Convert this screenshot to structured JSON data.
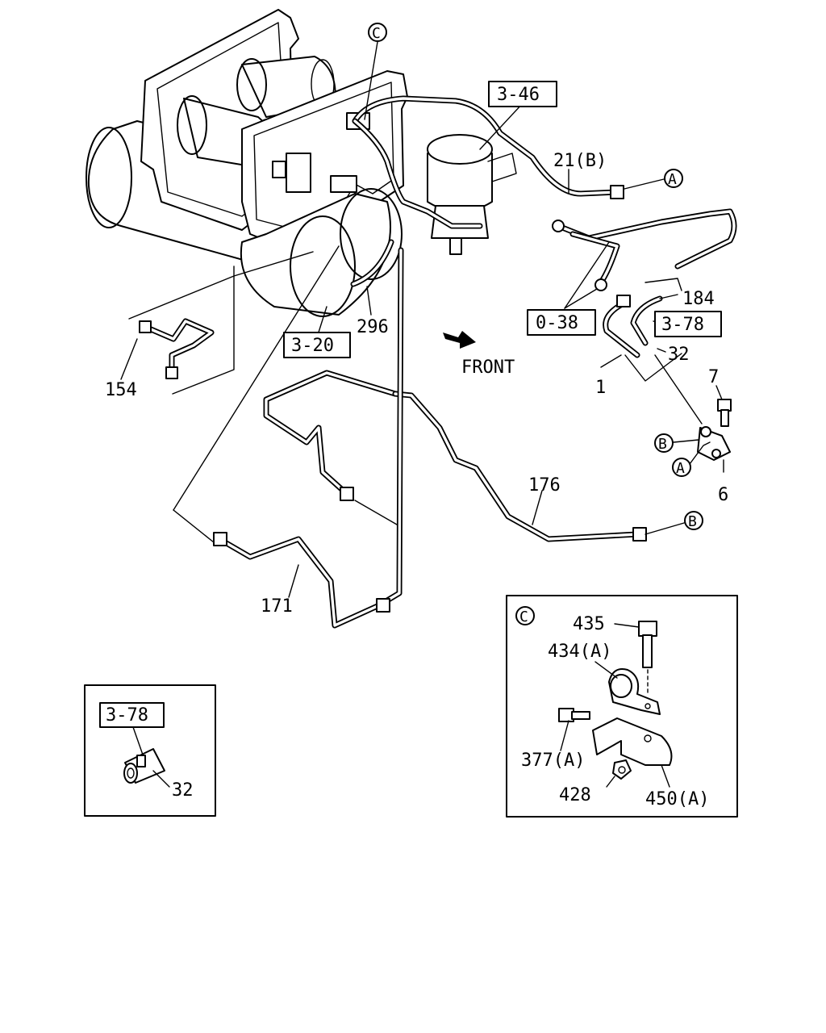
{
  "diagram": {
    "ref_boxes": {
      "r346": "3-46",
      "r038": "0-38",
      "r378": "3-78",
      "r320": "3-20",
      "inset_r378": "3-78"
    },
    "circle_labels": {
      "c_top": "C",
      "a_right": "A",
      "b_mid": "B",
      "a_mid": "A",
      "b_bottom": "B",
      "c_inset": "C"
    },
    "part_numbers": {
      "p21b": "21(B)",
      "p184": "184",
      "p32": "32",
      "p296": "296",
      "p154": "154",
      "p1": "1",
      "p7": "7",
      "p6": "6",
      "p176": "176",
      "p171": "171",
      "p435": "435",
      "p434a": "434(A)",
      "p377a": "377(A)",
      "p428": "428",
      "p450a": "450(A)",
      "inset_p32": "32"
    },
    "front_label": "FRONT"
  }
}
